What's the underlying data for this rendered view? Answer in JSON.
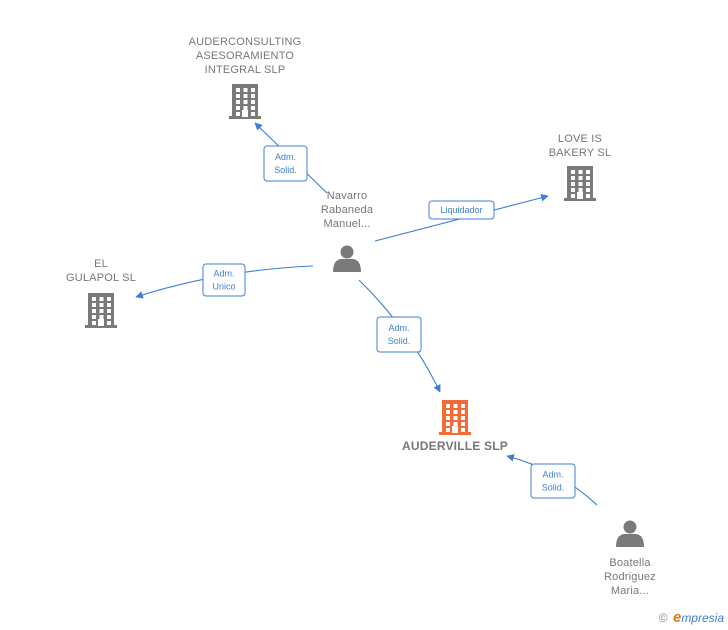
{
  "colors": {
    "edge": "#3d7fd0",
    "building": "#7a7a7a",
    "building_focus": "#f26b38",
    "person": "#7a7a7a",
    "label": "#777777"
  },
  "nodes": [
    {
      "id": "auderconsulting",
      "type": "company",
      "lines": [
        "AUDERCONSULTING",
        "ASESORAMIENTO",
        "INTEGRAL SLP"
      ],
      "icon": "building-icon"
    },
    {
      "id": "loveis",
      "type": "company",
      "lines": [
        "LOVE IS",
        "BAKERY SL"
      ],
      "icon": "building-icon"
    },
    {
      "id": "navarro",
      "type": "person",
      "lines": [
        "Navarro",
        "Rabaneda",
        "Manuel..."
      ],
      "icon": "person-icon"
    },
    {
      "id": "elgulapol",
      "type": "company",
      "lines": [
        "EL",
        "GULAPOL SL"
      ],
      "icon": "building-icon"
    },
    {
      "id": "auderville",
      "type": "company",
      "focus": true,
      "lines": [
        "AUDERVILLE SLP"
      ],
      "icon": "building-icon"
    },
    {
      "id": "boatella",
      "type": "person",
      "lines": [
        "Boatella",
        "Rodriguez",
        "Maria..."
      ],
      "icon": "person-icon"
    }
  ],
  "edges": [
    {
      "id": "e1",
      "from": "navarro",
      "to": "auderconsulting",
      "lines": [
        "Adm.",
        "Solid."
      ]
    },
    {
      "id": "e2",
      "from": "navarro",
      "to": "loveis",
      "lines": [
        "Liquidador"
      ]
    },
    {
      "id": "e3",
      "from": "navarro",
      "to": "elgulapol",
      "lines": [
        "Adm.",
        "Unico"
      ]
    },
    {
      "id": "e4",
      "from": "navarro",
      "to": "auderville",
      "lines": [
        "Adm.",
        "Solid."
      ]
    },
    {
      "id": "e5",
      "from": "boatella",
      "to": "auderville",
      "lines": [
        "Adm.",
        "Solid."
      ]
    }
  ],
  "footer": {
    "copyright": "©",
    "brand_e": "e",
    "brand_rest": "mpresia"
  }
}
